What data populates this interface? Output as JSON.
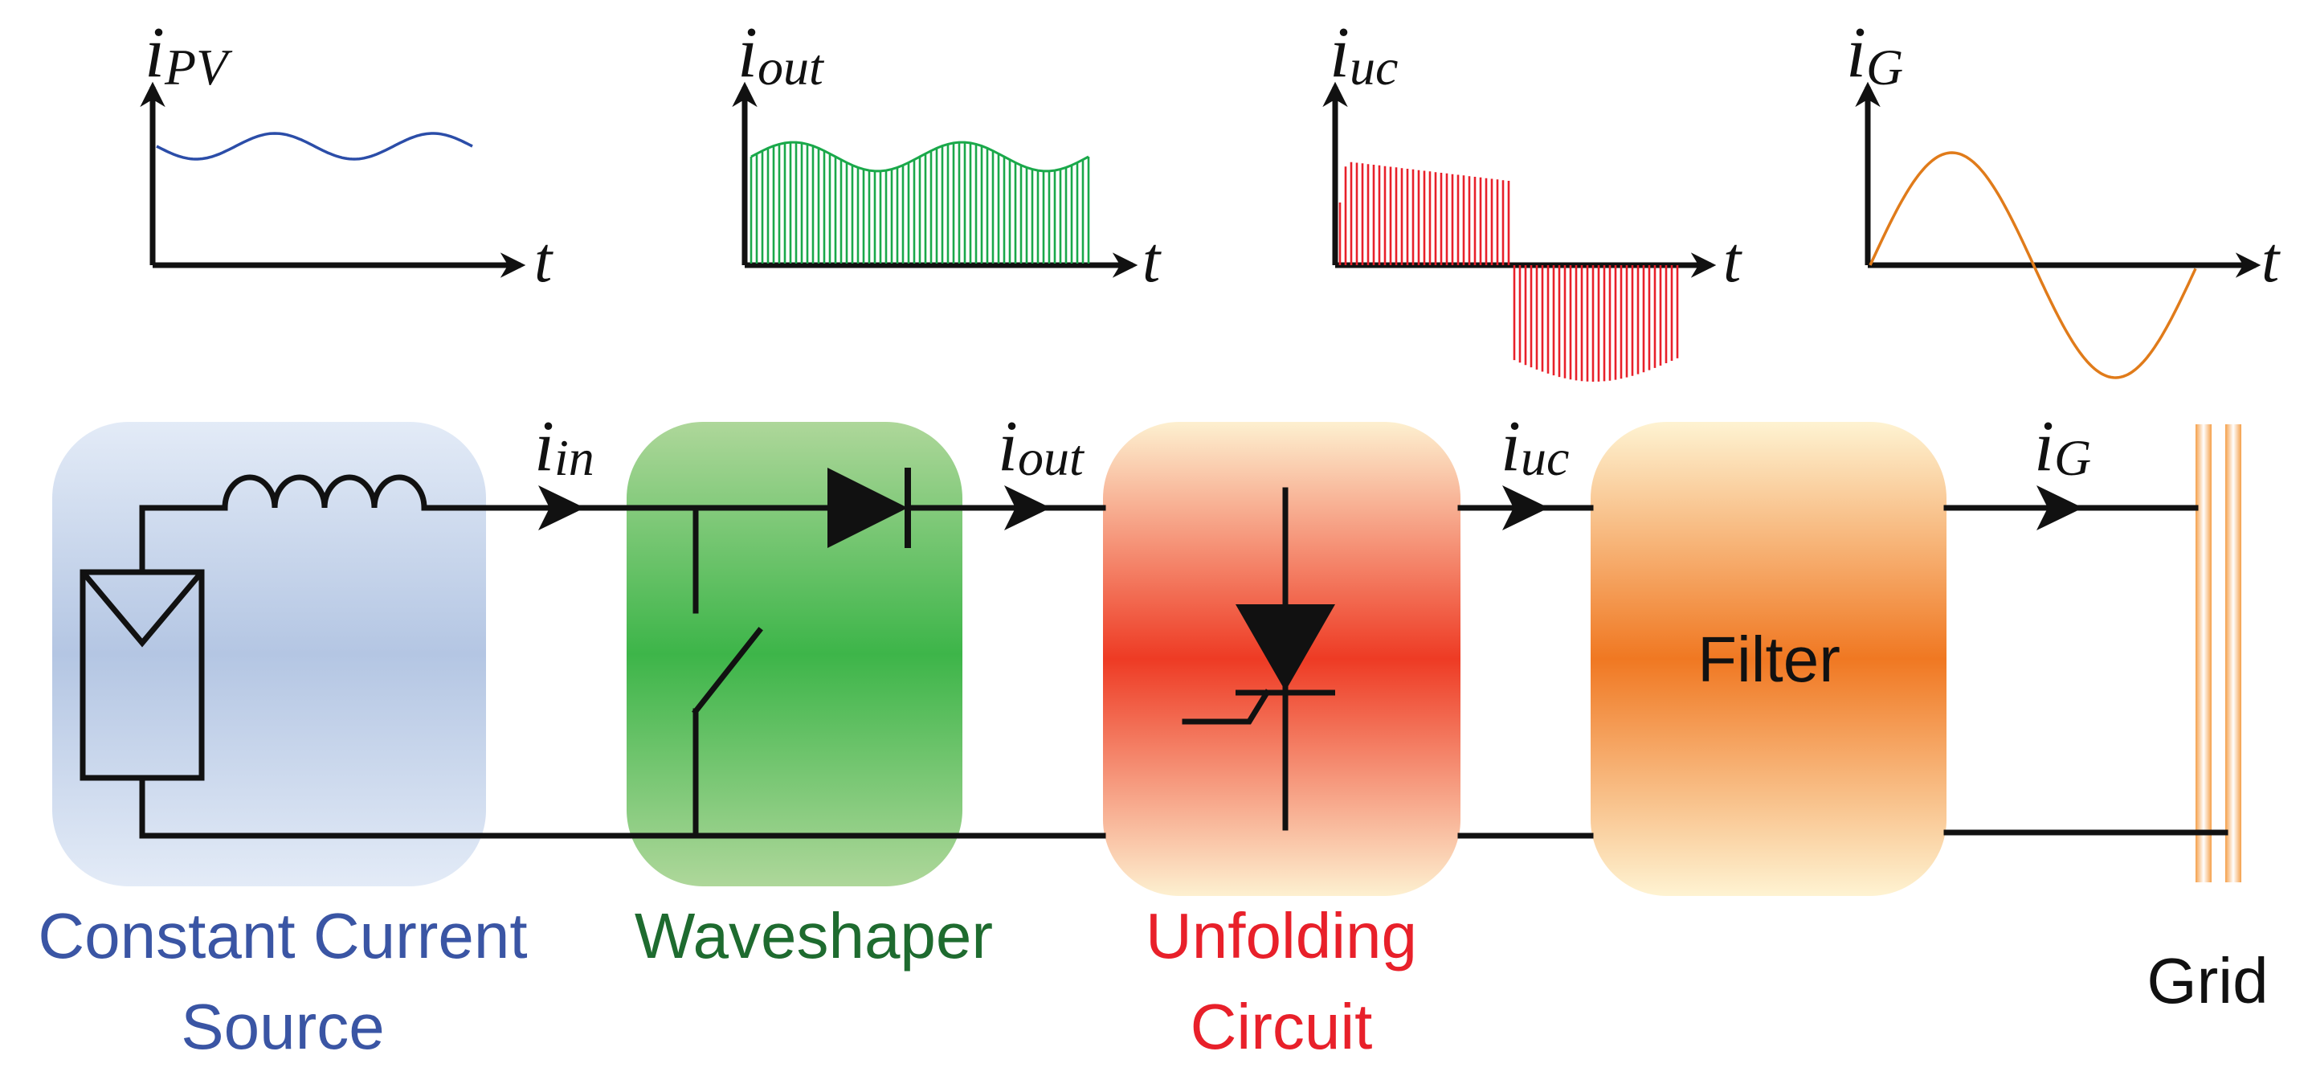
{
  "waveforms": {
    "pv": {
      "symbol": "i",
      "sub": "PV",
      "axis": "t"
    },
    "out": {
      "symbol": "i",
      "sub": "out",
      "axis": "t"
    },
    "uc": {
      "symbol": "i",
      "sub": "uc",
      "axis": "t"
    },
    "g": {
      "symbol": "i",
      "sub": "G",
      "axis": "t"
    }
  },
  "currents": {
    "in": {
      "symbol": "i",
      "sub": "in"
    },
    "out": {
      "symbol": "i",
      "sub": "out"
    },
    "uc": {
      "symbol": "i",
      "sub": "uc"
    },
    "g": {
      "symbol": "i",
      "sub": "G"
    }
  },
  "blocks": {
    "source": {
      "line1": "Constant Current",
      "line2": "Source"
    },
    "waveshaper": {
      "line1": "Waveshaper"
    },
    "unfolding": {
      "line1": "Unfolding",
      "line2": "Circuit"
    },
    "filter": {
      "label": "Filter"
    },
    "grid": {
      "label": "Grid"
    }
  },
  "colors": {
    "source": "#3a55a4",
    "waveshaper": "#1e6b2f",
    "unfolding": "#e8202a",
    "filter_text": "#111111",
    "grid_text": "#111111",
    "wave_pv": "#2b4da8",
    "wave_out": "#1aa84a",
    "wave_uc": "#e8202a",
    "wave_g": "#e07b1a"
  }
}
